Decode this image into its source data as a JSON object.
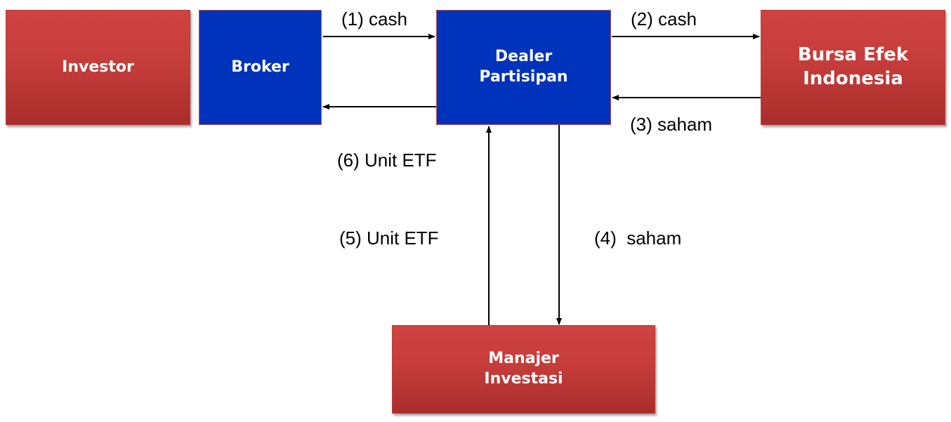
{
  "nodes": {
    "investor": "Investor",
    "broker": "Broker",
    "dealer": "Dealer\nPartisipan",
    "bursa": "Bursa Efek\nIndonesia",
    "manajer": "Manajer\nInvestasi"
  },
  "edges": {
    "e1": "(1) cash",
    "e2": "(2) cash",
    "e3": "(3) saham",
    "e4": "(4)  saham",
    "e5": "(5) Unit ETF",
    "e6": "(6) Unit ETF"
  },
  "colors": {
    "red_box": "#c53d3b",
    "blue_box": "#0033bb",
    "arrow": "#000000"
  }
}
